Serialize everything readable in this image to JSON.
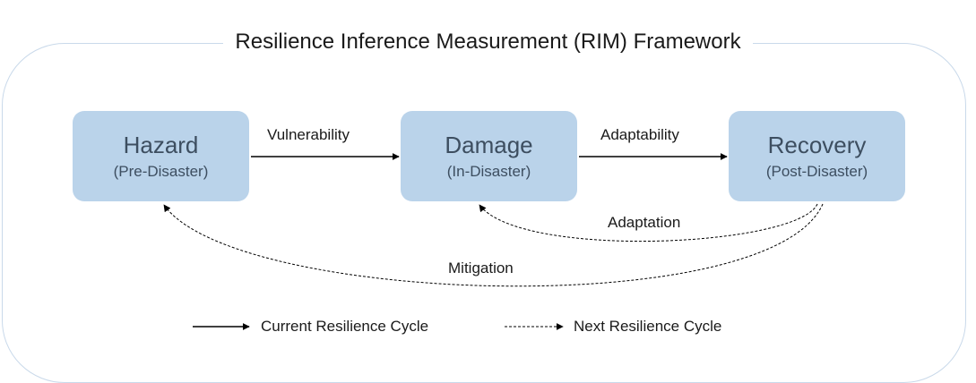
{
  "title": "Resilience Inference Measurement (RIM) Framework",
  "nodes": [
    {
      "name": "Hazard",
      "phase": "(Pre-Disaster)"
    },
    {
      "name": "Damage",
      "phase": "(In-Disaster)"
    },
    {
      "name": "Recovery",
      "phase": "(Post-Disaster)"
    }
  ],
  "edges": {
    "vulnerability": "Vulnerability",
    "adaptability": "Adaptability",
    "adaptation": "Adaptation",
    "mitigation": "Mitigation"
  },
  "legend": {
    "current": "Current Resilience Cycle",
    "next": "Next Resilience Cycle"
  },
  "colors": {
    "node_fill": "#bad3ea",
    "node_text": "#3d4e60",
    "frame_border": "#c9d9ea",
    "arrow": "#000000"
  }
}
